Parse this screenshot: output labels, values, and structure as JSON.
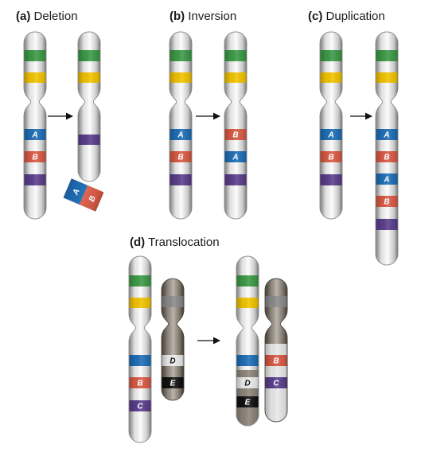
{
  "panels": {
    "a": {
      "letter": "(a)",
      "name": "Deletion"
    },
    "b": {
      "letter": "(b)",
      "name": "Inversion"
    },
    "c": {
      "letter": "(c)",
      "name": "Duplication"
    },
    "d": {
      "letter": "(d)",
      "name": "Translocation"
    }
  },
  "labels": {
    "A": "A",
    "B": "B",
    "C": "C",
    "D": "D",
    "E": "E"
  },
  "colors": {
    "green": "#3c9a46",
    "yellow": "#f2c400",
    "blue": "#1f6fb7",
    "red": "#d95a45",
    "purple": "#5b3f8c",
    "gray_band": "#8a8a8a",
    "chrom_white": "#f2f2f2",
    "chrom_tan": "#8e857a",
    "white_segment": "#ececec",
    "black_segment": "#111111"
  },
  "icons": [
    "arrow-right-icon"
  ]
}
